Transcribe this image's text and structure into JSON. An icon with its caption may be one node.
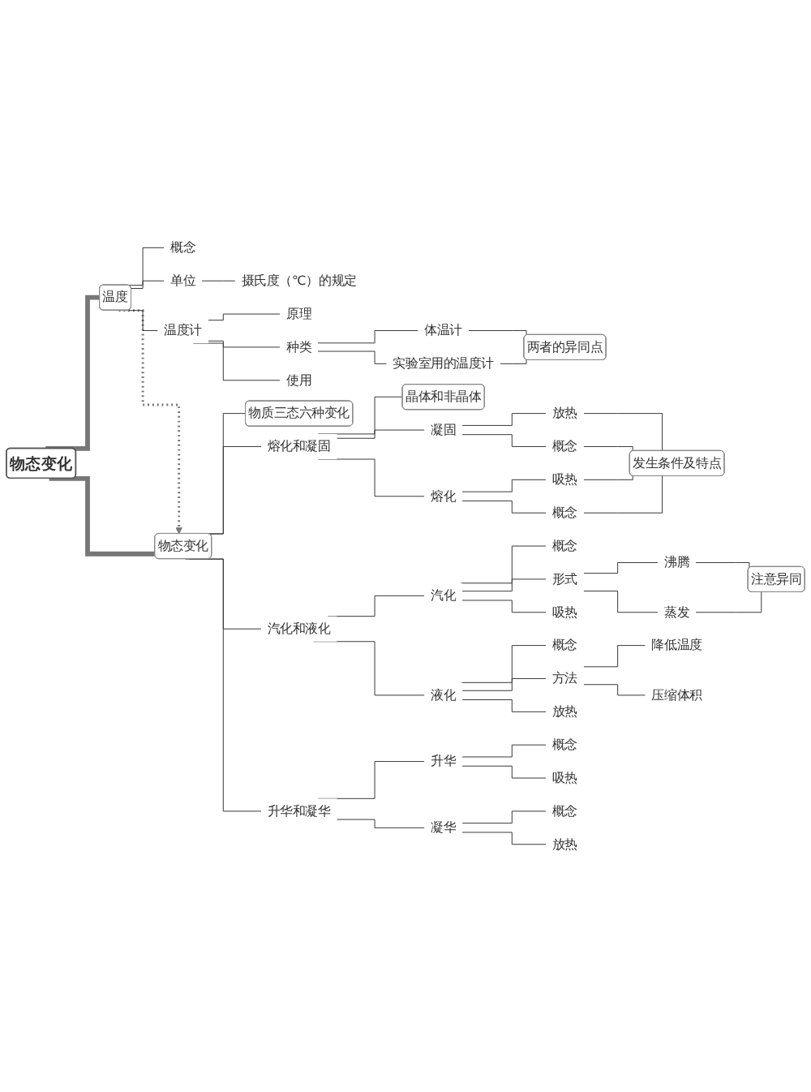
{
  "diagram": {
    "nodes": [
      {
        "text": [
          "物态变化"
        ]
      },
      {
        "text": [
          "温度"
        ]
      },
      {
        "text": [
          "概念"
        ]
      },
      {
        "text": [
          "单位"
        ]
      },
      {
        "text": [
          "摄氏度（℃）的规定"
        ]
      },
      {
        "text": [
          "温度计"
        ]
      },
      {
        "text": [
          "原理"
        ]
      },
      {
        "text": [
          "种类"
        ]
      },
      {
        "text": [
          "实验室用的温度计"
        ]
      },
      {
        "text": [
          "体温计"
        ]
      },
      {
        "text": [
          "使用"
        ]
      },
      {
        "text": [
          "两者的异同点"
        ]
      },
      {
        "text": [
          "物态变化"
        ]
      },
      {
        "text": [
          "物质三态六种变化"
        ]
      },
      {
        "text": [
          "熔化和凝固"
        ]
      },
      {
        "text": [
          "晶体和非晶体"
        ]
      },
      {
        "text": [
          "熔化"
        ]
      },
      {
        "text": [
          "概念"
        ]
      },
      {
        "text": [
          "吸热"
        ]
      },
      {
        "text": [
          "凝固"
        ]
      },
      {
        "text": [
          "概念"
        ]
      },
      {
        "text": [
          "放热"
        ]
      },
      {
        "text": [
          "发生条件及特点"
        ]
      },
      {
        "text": [
          "汽化和液化"
        ]
      },
      {
        "text": [
          "汽化"
        ]
      },
      {
        "text": [
          "概念"
        ]
      },
      {
        "text": [
          "形式"
        ]
      },
      {
        "text": [
          "蒸发"
        ]
      },
      {
        "text": [
          "沸腾"
        ]
      },
      {
        "text": [
          "吸热"
        ]
      },
      {
        "text": [
          "注意异同"
        ]
      },
      {
        "text": [
          "液化"
        ]
      },
      {
        "text": [
          "概念"
        ]
      },
      {
        "text": [
          "方法"
        ]
      },
      {
        "text": [
          "降低温度"
        ]
      },
      {
        "text": [
          "压缩体积"
        ]
      },
      {
        "text": [
          "放热"
        ]
      },
      {
        "text": [
          "升华和凝华"
        ]
      },
      {
        "text": [
          "升华"
        ]
      },
      {
        "text": [
          "概念"
        ]
      },
      {
        "text": [
          "吸热"
        ]
      },
      {
        "text": [
          "凝华"
        ]
      },
      {
        "text": [
          "概念"
        ]
      },
      {
        "text": [
          "放热"
        ]
      }
    ],
    "edges": [
      {
        "from": 0,
        "to": 1,
        "arrow": "none",
        "style": "thick"
      },
      {
        "from": 0,
        "to": 12,
        "arrow": "none",
        "style": "thick"
      },
      {
        "from": 1,
        "to": 12,
        "arrow": "to",
        "style": "dashed"
      },
      {
        "from": 1,
        "to": 2,
        "arrow": "none"
      },
      {
        "from": 1,
        "to": 3,
        "arrow": "none"
      },
      {
        "from": 3,
        "to": 4,
        "arrow": "none"
      },
      {
        "from": 1,
        "to": 5,
        "arrow": "none"
      },
      {
        "from": 5,
        "to": 6,
        "arrow": "none"
      },
      {
        "from": 5,
        "to": 7,
        "arrow": "none"
      },
      {
        "from": 7,
        "to": 8,
        "arrow": "none"
      },
      {
        "from": 7,
        "to": 9,
        "arrow": "none"
      },
      {
        "from": 5,
        "to": 10,
        "arrow": "none"
      },
      {
        "from": 8,
        "to": 11,
        "arrow": "none"
      },
      {
        "from": 9,
        "to": 11,
        "arrow": "none"
      },
      {
        "from": 12,
        "to": 14,
        "arrow": "none"
      },
      {
        "from": 14,
        "to": 15,
        "arrow": "none"
      },
      {
        "from": 14,
        "to": 16,
        "arrow": "none"
      },
      {
        "from": 16,
        "to": 17,
        "arrow": "none"
      },
      {
        "from": 16,
        "to": 18,
        "arrow": "none"
      },
      {
        "from": 14,
        "to": 19,
        "arrow": "none"
      },
      {
        "from": 19,
        "to": 20,
        "arrow": "none"
      },
      {
        "from": 19,
        "to": 21,
        "arrow": "none"
      },
      {
        "from": 17,
        "to": 22,
        "arrow": "none"
      },
      {
        "from": 18,
        "to": 22,
        "arrow": "none"
      },
      {
        "from": 20,
        "to": 22,
        "arrow": "none"
      },
      {
        "from": 21,
        "to": 22,
        "arrow": "none"
      },
      {
        "from": 12,
        "to": 23,
        "arrow": "none"
      },
      {
        "from": 23,
        "to": 24,
        "arrow": "none"
      },
      {
        "from": 24,
        "to": 25,
        "arrow": "none"
      },
      {
        "from": 24,
        "to": 26,
        "arrow": "none"
      },
      {
        "from": 26,
        "to": 27,
        "arrow": "none"
      },
      {
        "from": 26,
        "to": 28,
        "arrow": "none"
      },
      {
        "from": 24,
        "to": 29,
        "arrow": "none"
      },
      {
        "from": 27,
        "to": 30,
        "arrow": "none"
      },
      {
        "from": 28,
        "to": 30,
        "arrow": "none"
      },
      {
        "from": 23,
        "to": 31,
        "arrow": "none"
      },
      {
        "from": 31,
        "to": 32,
        "arrow": "none"
      },
      {
        "from": 31,
        "to": 33,
        "arrow": "none"
      },
      {
        "from": 33,
        "to": 34,
        "arrow": "none"
      },
      {
        "from": 33,
        "to": 35,
        "arrow": "none"
      },
      {
        "from": 31,
        "to": 36,
        "arrow": "none"
      },
      {
        "from": 12,
        "to": 37,
        "arrow": "none"
      },
      {
        "from": 37,
        "to": 38,
        "arrow": "none"
      },
      {
        "from": 38,
        "to": 39,
        "arrow": "none"
      },
      {
        "from": 38,
        "to": 40,
        "arrow": "none"
      },
      {
        "from": 37,
        "to": 41,
        "arrow": "none"
      },
      {
        "from": 41,
        "to": 42,
        "arrow": "none"
      },
      {
        "from": 41,
        "to": 43,
        "arrow": "none"
      },
      {
        "from": 12,
        "to": 13,
        "arrow": "none"
      }
    ]
  }
}
